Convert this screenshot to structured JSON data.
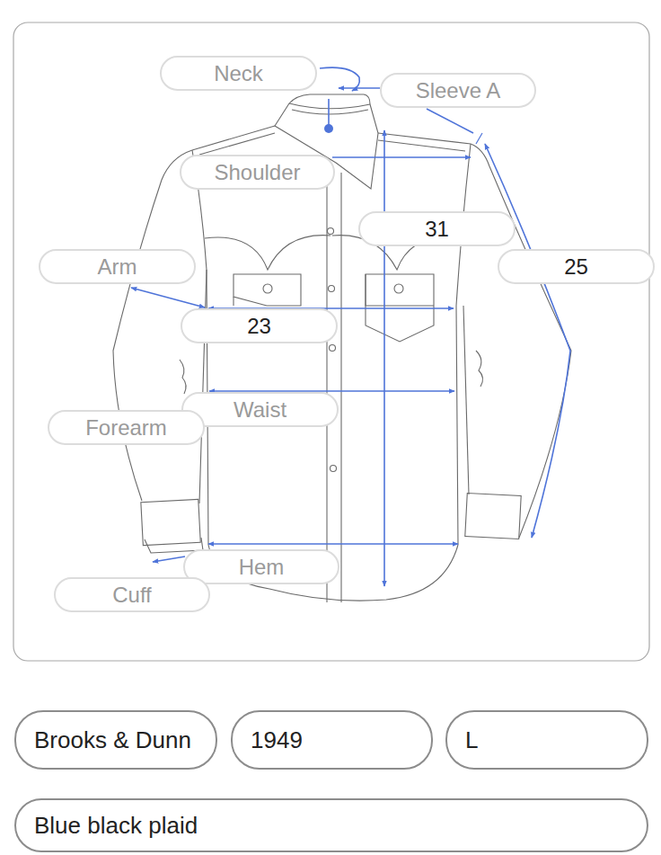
{
  "diagram": {
    "nodes": [
      {
        "text": [
          "Neck"
        ]
      },
      {
        "text": [
          "Sleeve A"
        ]
      },
      {
        "text": [
          "Shoulder"
        ]
      },
      {
        "text": [
          "31"
        ]
      },
      {
        "text": [
          "Arm"
        ]
      },
      {
        "text": [
          "25"
        ]
      },
      {
        "text": [
          "23"
        ]
      },
      {
        "text": [
          "Waist"
        ]
      },
      {
        "text": [
          "Forearm"
        ]
      },
      {
        "text": [
          "Hem"
        ]
      },
      {
        "text": [
          "Cuff"
        ]
      },
      {
        "text": [
          "Brooks & Dunn"
        ]
      },
      {
        "text": [
          "1949"
        ]
      },
      {
        "text": [
          "L"
        ]
      },
      {
        "text": [
          "Blue black plaid"
        ]
      }
    ]
  }
}
